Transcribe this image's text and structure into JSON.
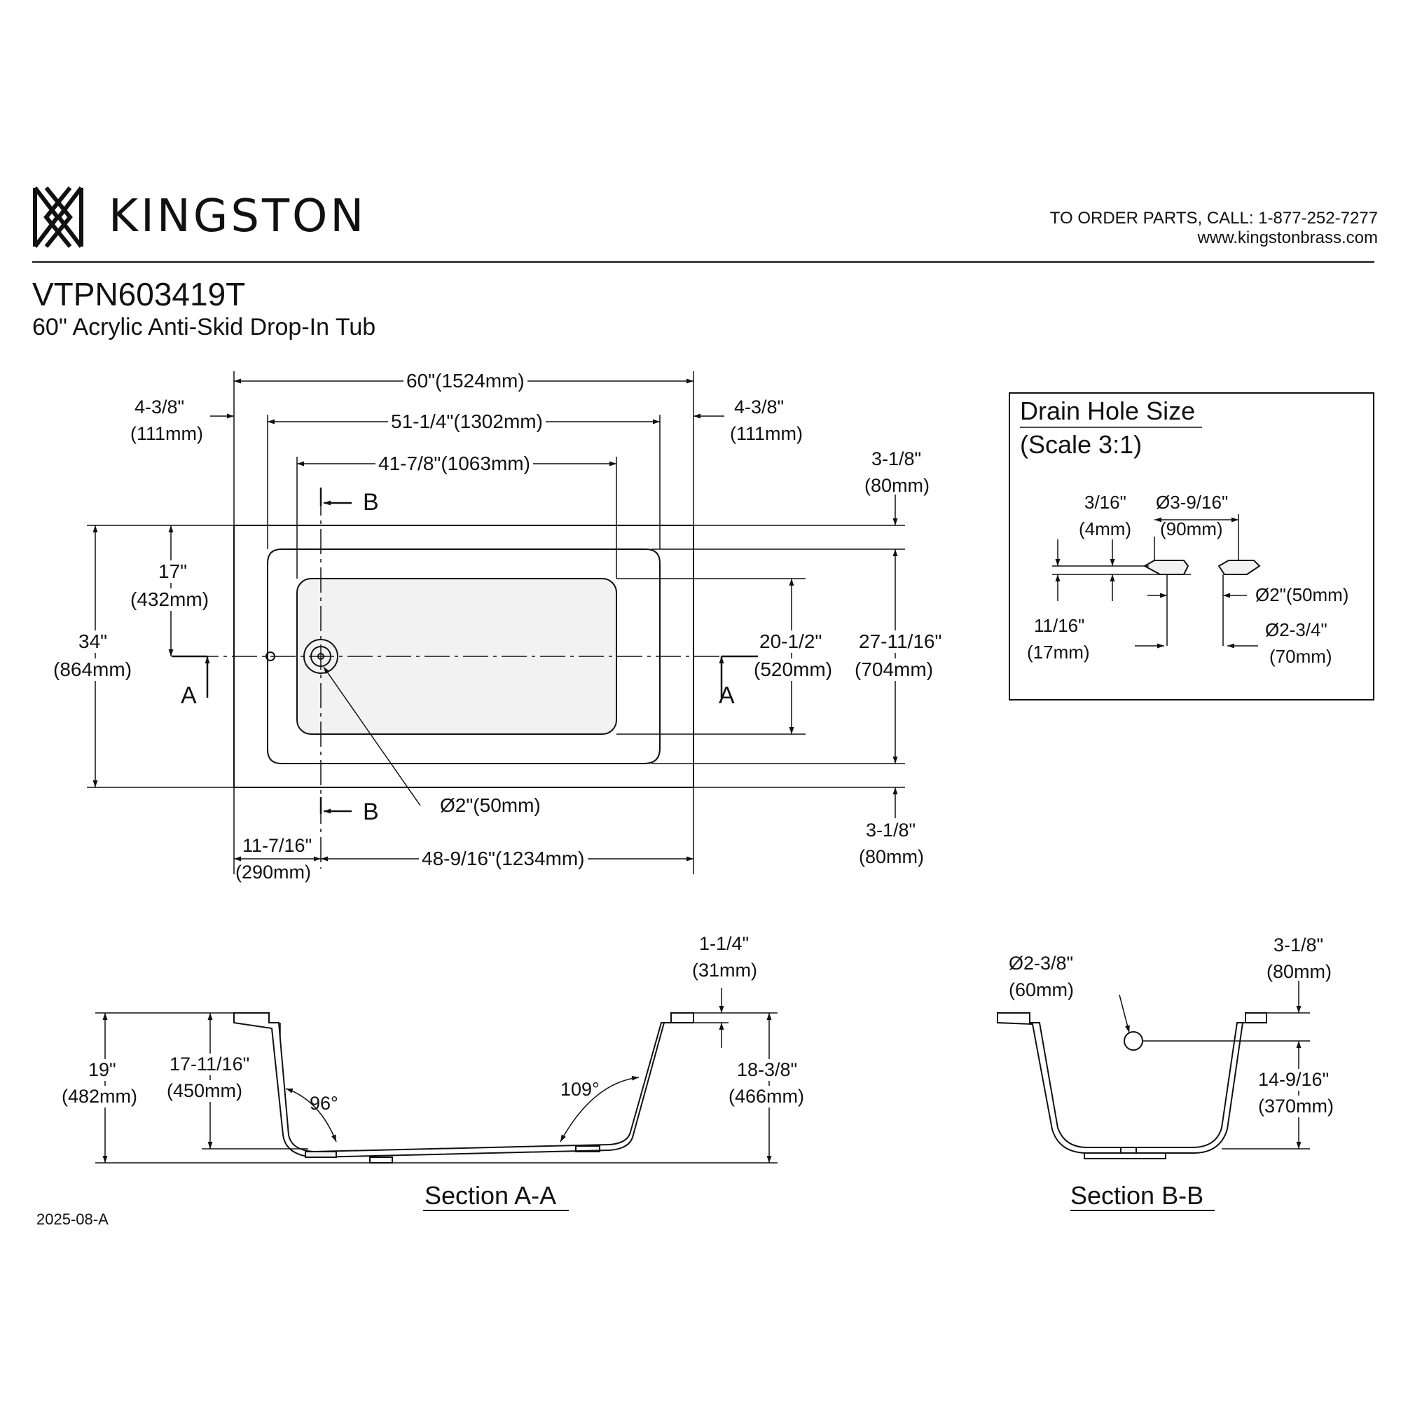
{
  "header": {
    "brand": "KINGSTON",
    "order_line": "TO ORDER PARTS, CALL: 1-877-252-7277",
    "website": "www.kingstonbrass.com",
    "model": "VTPN603419T",
    "description": "60\" Acrylic Anti-Skid Drop-In Tub"
  },
  "colors": {
    "line": "#111111",
    "paper": "#ffffff",
    "texture": "#f2f2f2"
  },
  "icons": {
    "logo": "kingston-k-monogram-icon",
    "drain": "drain-circle-icon"
  },
  "plan": {
    "overall_length": "60\"(1524mm)",
    "rim_left_in": "4-3/8\"",
    "rim_left_mm": "(111mm)",
    "rim_right_in": "4-3/8\"",
    "rim_right_mm": "(111mm)",
    "inner_length": "51-1/4\"(1302mm)",
    "floor_length": "41-7/8\"(1063mm)",
    "top_rim_in": "3-1/8\"",
    "top_rim_mm": "(80mm)",
    "bottom_rim_in": "3-1/8\"",
    "bottom_rim_mm": "(80mm)",
    "overall_width_in": "34\"",
    "overall_width_mm": "(864mm)",
    "drain_center_in": "17\"",
    "drain_center_mm": "(432mm)",
    "floor_width_in": "20-1/2\"",
    "floor_width_mm": "(520mm)",
    "inner_width_in": "27-11/16\"",
    "inner_width_mm": "(704mm)",
    "drain_diameter": "Ø2\"(50mm)",
    "drain_offset_in": "11-7/16\"",
    "drain_offset_mm": "(290mm)",
    "drain_to_end": "48-9/16\"(1234mm)",
    "section_a": "A",
    "section_b": "B"
  },
  "drain_detail": {
    "title_line1": "Drain Hole Size",
    "title_line2": "(Scale 3:1)",
    "thickness_in": "3/16\"",
    "thickness_mm": "(4mm)",
    "flange_dia_in": "Ø3-9/16\"",
    "flange_dia_mm": "(90mm)",
    "hole_dia": "Ø2\"(50mm)",
    "depth_in": "11/16\"",
    "depth_mm": "(17mm)",
    "outer_dia_in": "Ø2-3/4\"",
    "outer_dia_mm": "(70mm)"
  },
  "section_aa": {
    "title": "Section A-A",
    "height_in": "19\"",
    "height_mm": "(482mm)",
    "inner_depth_in": "17-11/16\"",
    "inner_depth_mm": "(450mm)",
    "rim_in": "1-1/4\"",
    "rim_mm": "(31mm)",
    "overflow_in": "18-3/8\"",
    "overflow_mm": "(466mm)",
    "left_angle": "96°",
    "right_angle": "109°"
  },
  "section_bb": {
    "title": "Section B-B",
    "overflow_dia_in": "Ø2-3/8\"",
    "overflow_dia_mm": "(60mm)",
    "rim_in": "3-1/8\"",
    "rim_mm": "(80mm)",
    "overflow_height_in": "14-9/16\"",
    "overflow_height_mm": "(370mm)"
  },
  "revision": "2025-08-A"
}
